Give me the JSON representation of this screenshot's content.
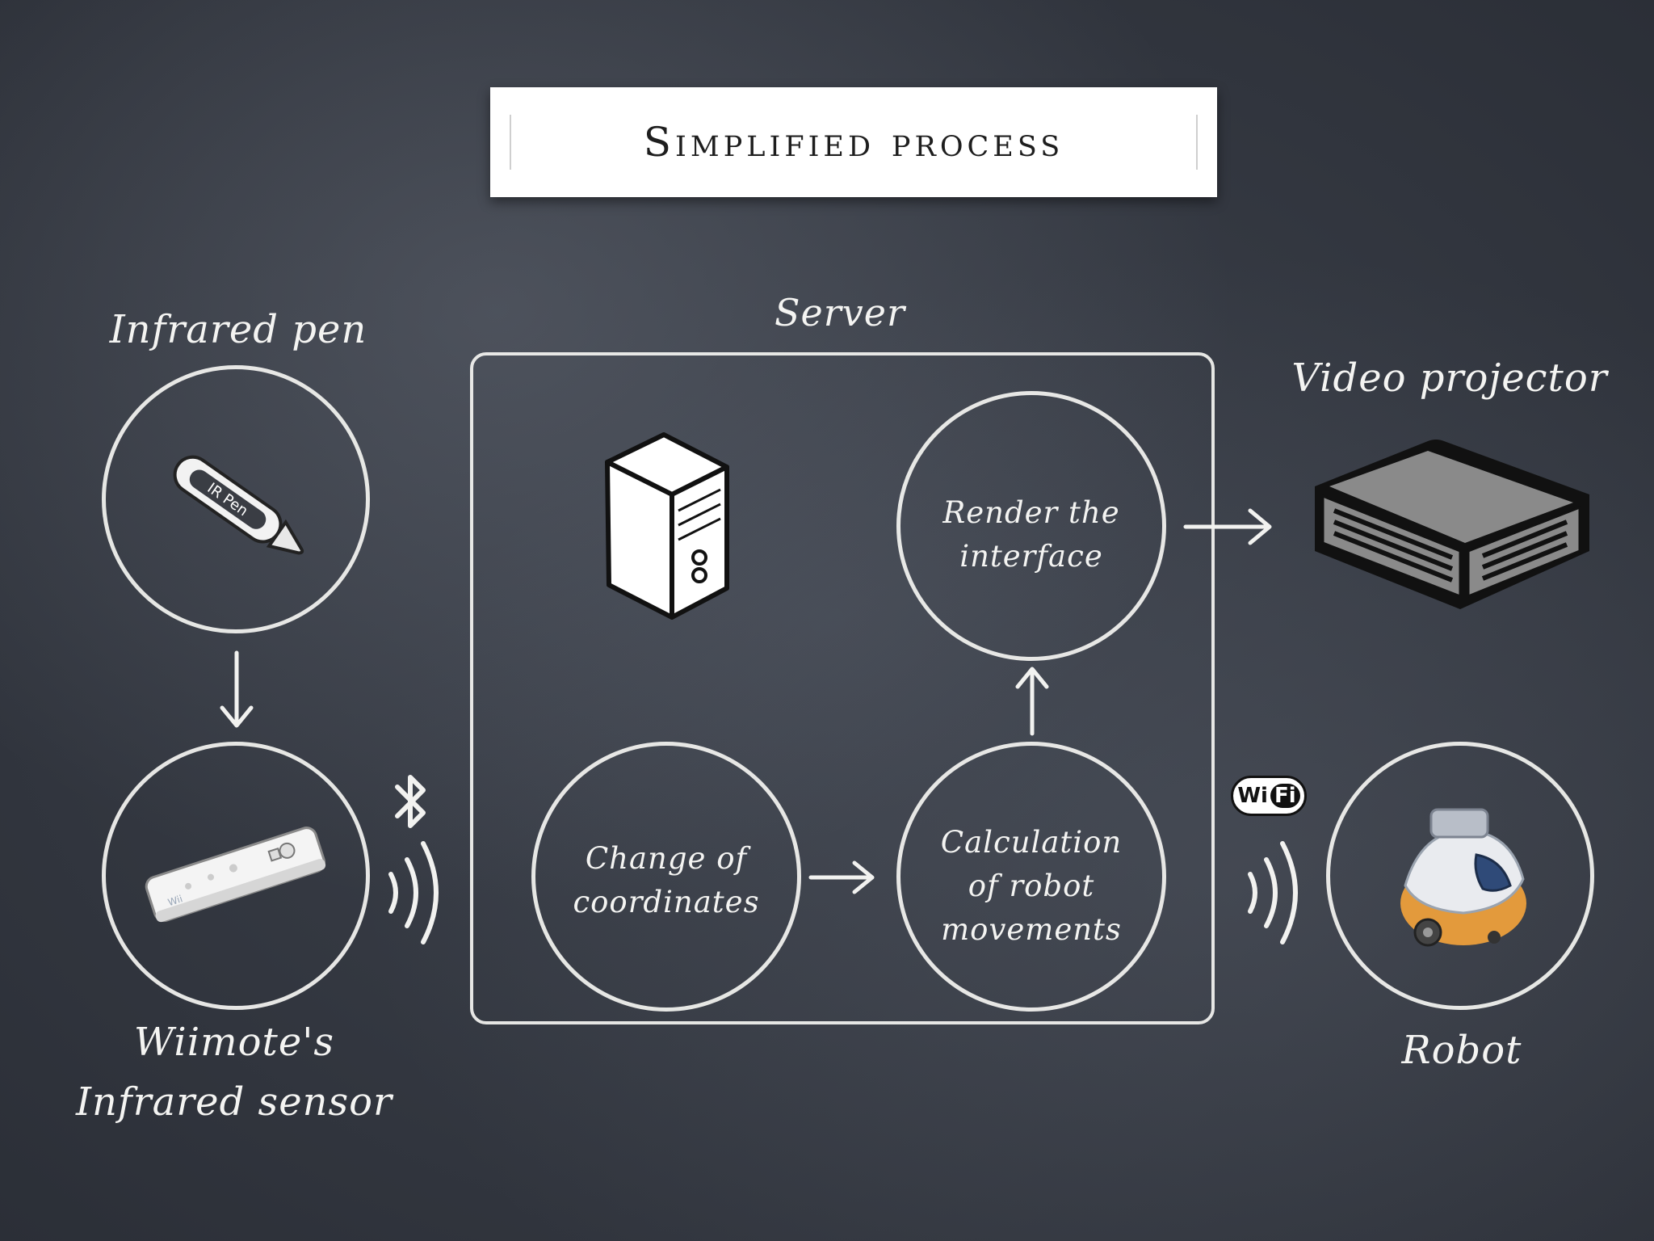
{
  "title": "Simplified process",
  "server": {
    "label": "Server"
  },
  "nodes": {
    "infrared_pen": {
      "label": "Infrared pen",
      "pen_text": "IR Pen"
    },
    "wiimote": {
      "label_line1": "Wiimote's",
      "label_line2": "Infrared sensor",
      "device_text": "Wii"
    },
    "change_coordinates": {
      "line1": "Change of",
      "line2": "coordinates"
    },
    "calculation": {
      "line1": "Calculation",
      "line2": "of robot",
      "line3": "movements"
    },
    "render": {
      "line1": "Render the",
      "line2": "interface"
    },
    "video_projector": {
      "label": "Video projector"
    },
    "robot": {
      "label": "Robot"
    }
  },
  "badges": {
    "wifi_left": "Wi",
    "wifi_right": "Fi"
  },
  "icons": {
    "pen": "ir-pen-icon",
    "wiimote": "wiimote-icon",
    "server": "server-tower-icon",
    "projector": "video-projector-icon",
    "robot": "robot-icon",
    "bluetooth": "bluetooth-icon",
    "wifi": "wifi-logo-icon"
  }
}
